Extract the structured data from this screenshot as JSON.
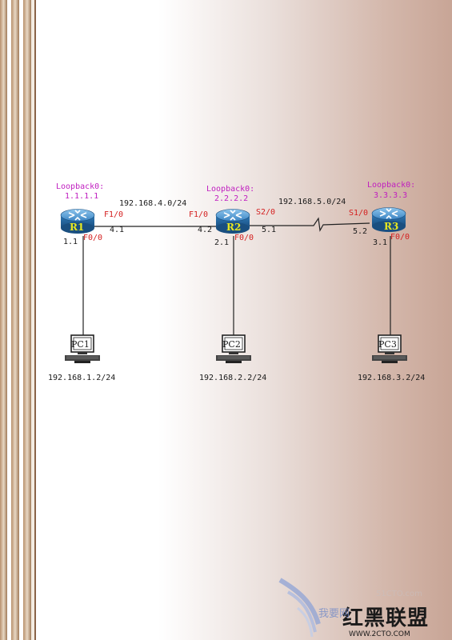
{
  "routers": {
    "r1": {
      "name": "R1",
      "loopback_label": "Loopback0:",
      "loopback_ip": "1.1.1.1"
    },
    "r2": {
      "name": "R2",
      "loopback_label": "Loopback0:",
      "loopback_ip": "2.2.2.2"
    },
    "r3": {
      "name": "R3",
      "loopback_label": "Loopback0:",
      "loopback_ip": "3.3.3.3"
    }
  },
  "links": {
    "r1_r2": {
      "network": "192.168.4.0/24",
      "r1_iface": "F1/0",
      "r1_ip": "4.1",
      "r2_iface": "F1/0",
      "r2_ip": "4.2"
    },
    "r2_r3": {
      "network": "192.168.5.0/24",
      "r2_iface": "S2/0",
      "r2_ip": "5.1",
      "r3_iface": "S1/0",
      "r3_ip": "5.2"
    },
    "r1_pc1": {
      "r1_iface": "F0/0",
      "r1_ip": "1.1"
    },
    "r2_pc2": {
      "r2_iface": "F0/0",
      "r2_ip": "2.1"
    },
    "r3_pc3": {
      "r3_iface": "F0/0",
      "r3_ip": "3.1"
    }
  },
  "pcs": {
    "pc1": {
      "name": "PC1",
      "ip": "192.168.1.2/24"
    },
    "pc2": {
      "name": "PC2",
      "ip": "192.168.2.2/24"
    },
    "pc3": {
      "name": "PC3",
      "ip": "192.168.3.2/24"
    }
  },
  "watermark": {
    "brand": "红黑联盟",
    "slogan": "我要网",
    "url": "WWW.2CTO.COM",
    "faint": "51CTO.com"
  },
  "colors": {
    "router_body": "#2a6ea6",
    "router_top": "#5aa0d8",
    "link": "#222222",
    "interface": "#d42020",
    "loopback": "#c01ec0",
    "router_label": "#e8e820"
  }
}
